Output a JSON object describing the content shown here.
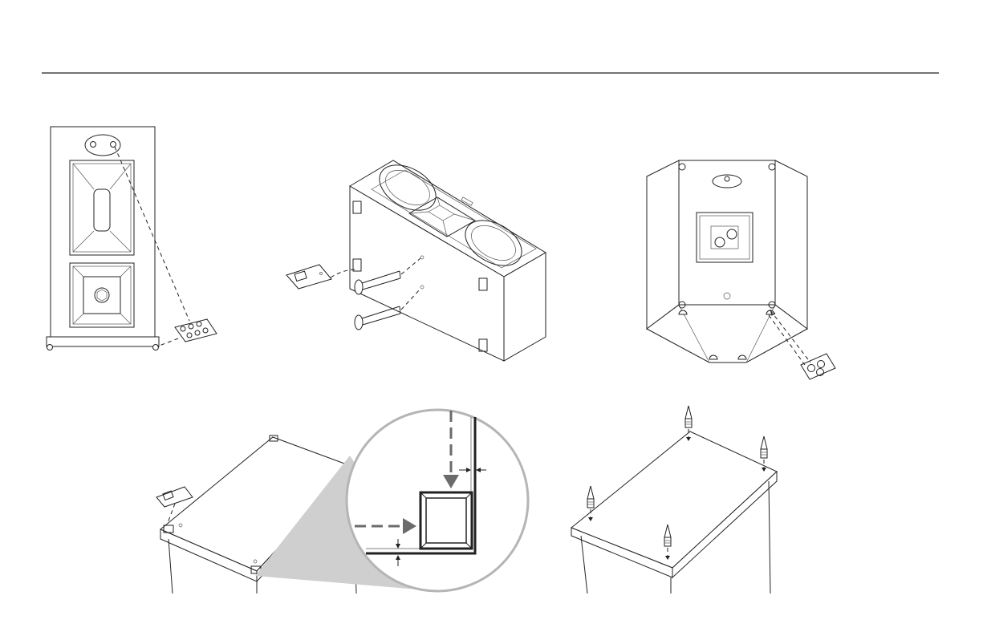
{
  "colors": {
    "line": "#222222",
    "background": "#ffffff",
    "zoom_circle": "#b5b5b5",
    "zoom_shadow": "#cfcfcf",
    "zoom_arrow": "#6b6b6b"
  },
  "figure": {
    "panels": [
      {
        "id": "tower-speaker-rear-pad-placement",
        "step_icon": "rubber-pad-sheet-icon"
      },
      {
        "id": "center-channel-mounting-bolts",
        "step_icon": "corner-pad-sheet-icon"
      },
      {
        "id": "wall-speaker-back-view",
        "step_icon": "round-pad-sheet-icon"
      },
      {
        "id": "cabinet-corner-pad-detail",
        "step_icon": "corner-pad-sheet-icon"
      },
      {
        "id": "cabinet-spike-installation",
        "step_icon": "spike-icon"
      }
    ]
  }
}
